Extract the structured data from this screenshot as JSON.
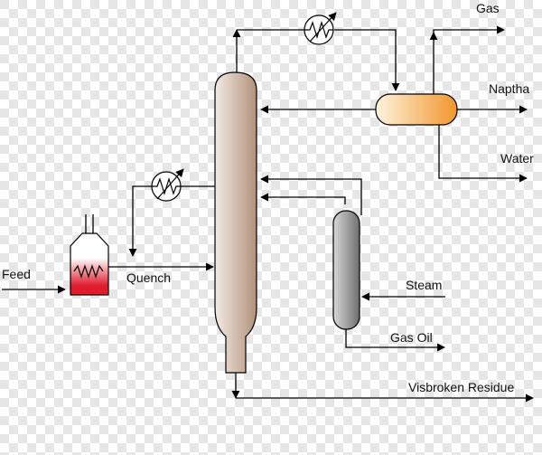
{
  "labels": {
    "gas": "Gas",
    "naptha": "Naptha",
    "water": "Water",
    "feed": "Feed",
    "quench": "Quench",
    "steam": "Steam",
    "gas_oil": "Gas Oil",
    "visbroken_residue": "Visbroken Residue"
  },
  "colors": {
    "checker_light": "#ffffff",
    "checker_dark": "#e6e6e6",
    "line": "#000000",
    "fractionator_light": "#f2ebe4",
    "fractionator_dark": "#b3917a",
    "separator_light": "#fff3e0",
    "separator_dark": "#f0962a",
    "stripper_light": "#d8d8d8",
    "stripper_dark": "#6e6e6e",
    "furnace_light": "#ffffff",
    "furnace_red": "#e01c2c"
  },
  "icons": {
    "exchanger_top": "heat-exchanger-icon",
    "exchanger_quench": "heat-exchanger-icon",
    "furnace_coil": "heating-coil-icon"
  }
}
